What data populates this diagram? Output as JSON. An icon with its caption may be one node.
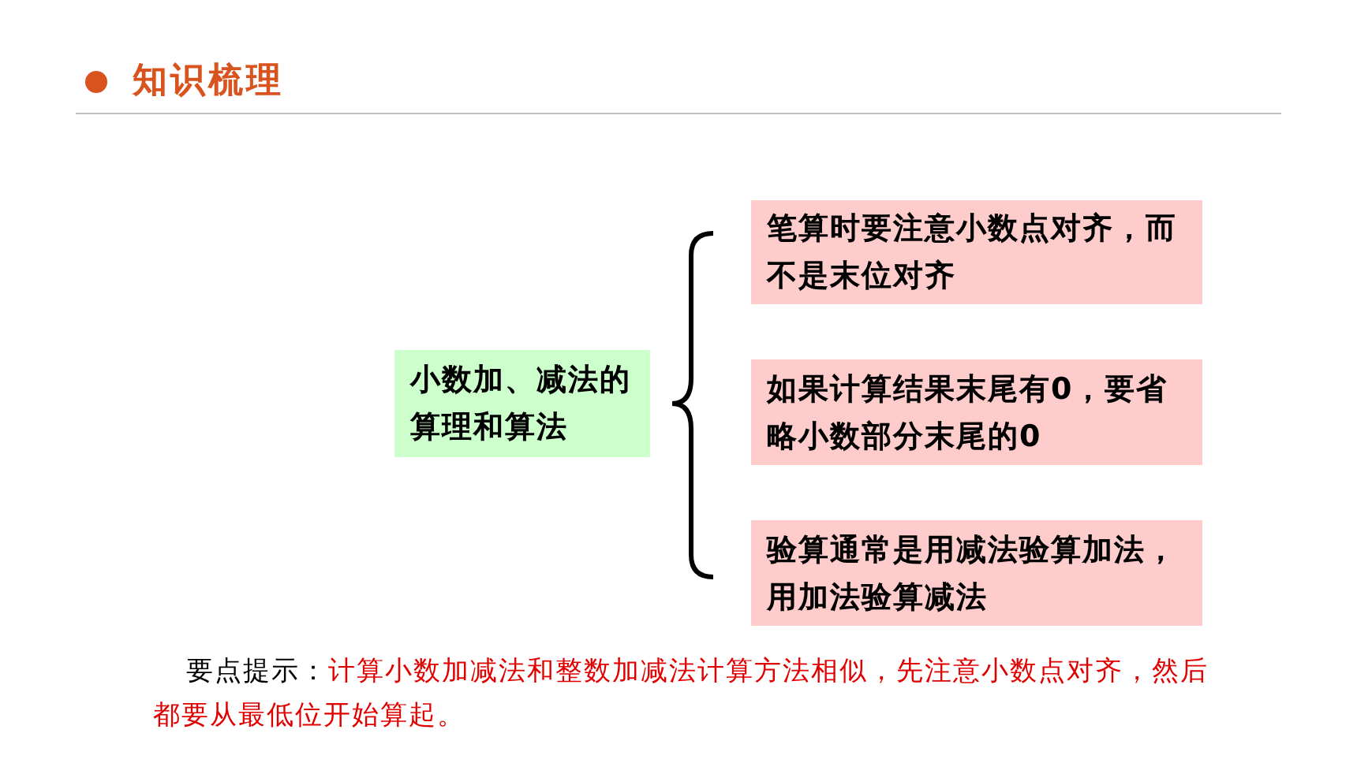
{
  "diagram": {
    "title": "知识梳理",
    "nodes": [
      {
        "text": [
          "小数加、减法的算理和算法"
        ]
      },
      {
        "text": [
          "笔算时要注意小数点对齐，而不是末位对齐"
        ]
      },
      {
        "text": [
          "如果计算结果末尾有0，要省略小数部分末尾的0"
        ]
      },
      {
        "text": [
          "验算通常是用减法验算加法，用加法验算减法"
        ]
      }
    ],
    "labels": [
      "要点提示：",
      "计算小数加减法和整数加减法计算方法相似，先注意小数点对齐，然后都要从最低位开始算起。"
    ]
  }
}
